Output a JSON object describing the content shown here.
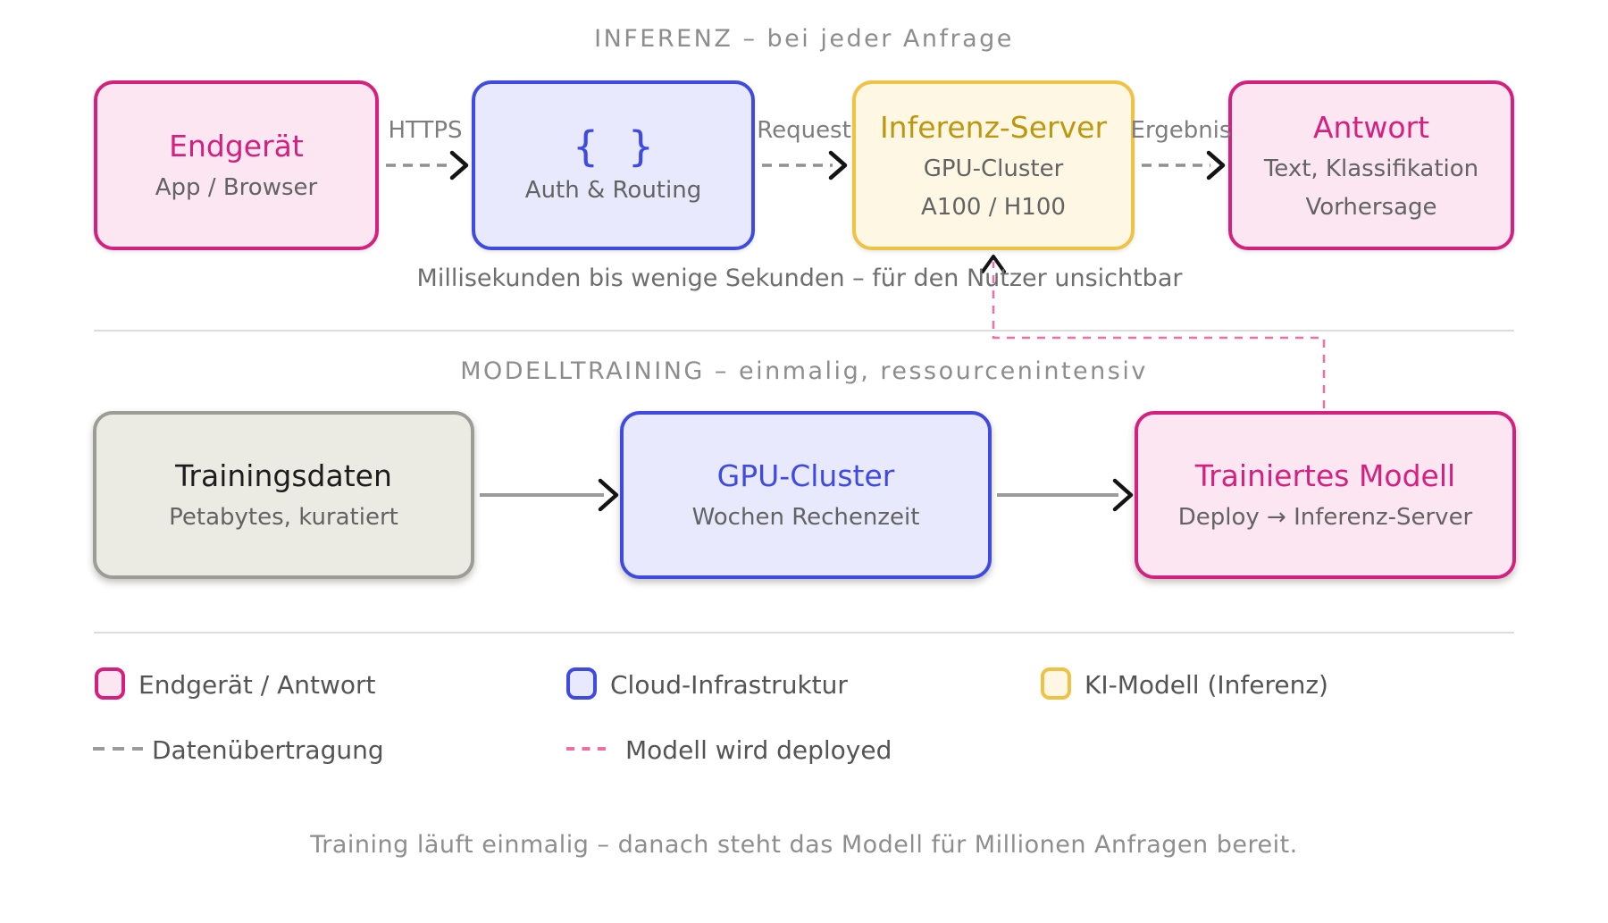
{
  "colors": {
    "magenta": "#d4217f",
    "magenta_bg": "#fbe6f2",
    "blue": "#3f4be0",
    "blue_bg": "#e8e9fc",
    "yellow_border": "#f0c244",
    "gold_text": "#bd980f",
    "yellow_bg": "#fdf7e4",
    "gray_box_border": "#9d9d97",
    "gray_box_bg": "#ecebe3",
    "dash_gray": "#8f8f8f",
    "dash_pink": "#ee6fa4",
    "text_gray": "#636363",
    "heading_gray": "#8d8d8d"
  },
  "inference": {
    "title": "INFERENZ – bei jeder Anfrage",
    "boxes": [
      {
        "title": "Endgerät",
        "lines": [
          "App / Browser"
        ]
      },
      {
        "title": "{ }",
        "lines": [
          "Auth & Routing"
        ]
      },
      {
        "title": "Inferenz-Server",
        "lines": [
          "GPU-Cluster",
          "A100 / H100"
        ]
      },
      {
        "title": "Antwort",
        "lines": [
          "Text, Klassifikation",
          "Vorhersage"
        ]
      }
    ],
    "arrow_labels": [
      "HTTPS",
      "Request",
      "Ergebnis"
    ],
    "note": "Millisekunden bis wenige Sekunden – für den Nutzer unsichtbar"
  },
  "training": {
    "title": "MODELLTRAINING – einmalig, ressourcenintensiv",
    "boxes": [
      {
        "title": "Trainingsdaten",
        "lines": [
          "Petabytes, kuratiert"
        ]
      },
      {
        "title": "GPU-Cluster",
        "lines": [
          "Wochen Rechenzeit"
        ]
      },
      {
        "title": "Trainiertes Modell",
        "lines": [
          "Deploy → Inferenz-Server"
        ]
      }
    ]
  },
  "legend": {
    "items": [
      {
        "label": "Endgerät / Antwort",
        "swatch": "pink-box"
      },
      {
        "label": "Cloud-Infrastruktur",
        "swatch": "blue-box"
      },
      {
        "label": "KI-Modell (Inferenz)",
        "swatch": "yellow-box"
      },
      {
        "label": "Datenübertragung",
        "swatch": "gray-dashed-line"
      },
      {
        "label": "Modell wird deployed",
        "swatch": "pink-dashed-line"
      }
    ]
  },
  "footer": {
    "text": "Training läuft einmalig – danach steht das Modell für Millionen Anfragen bereit."
  }
}
